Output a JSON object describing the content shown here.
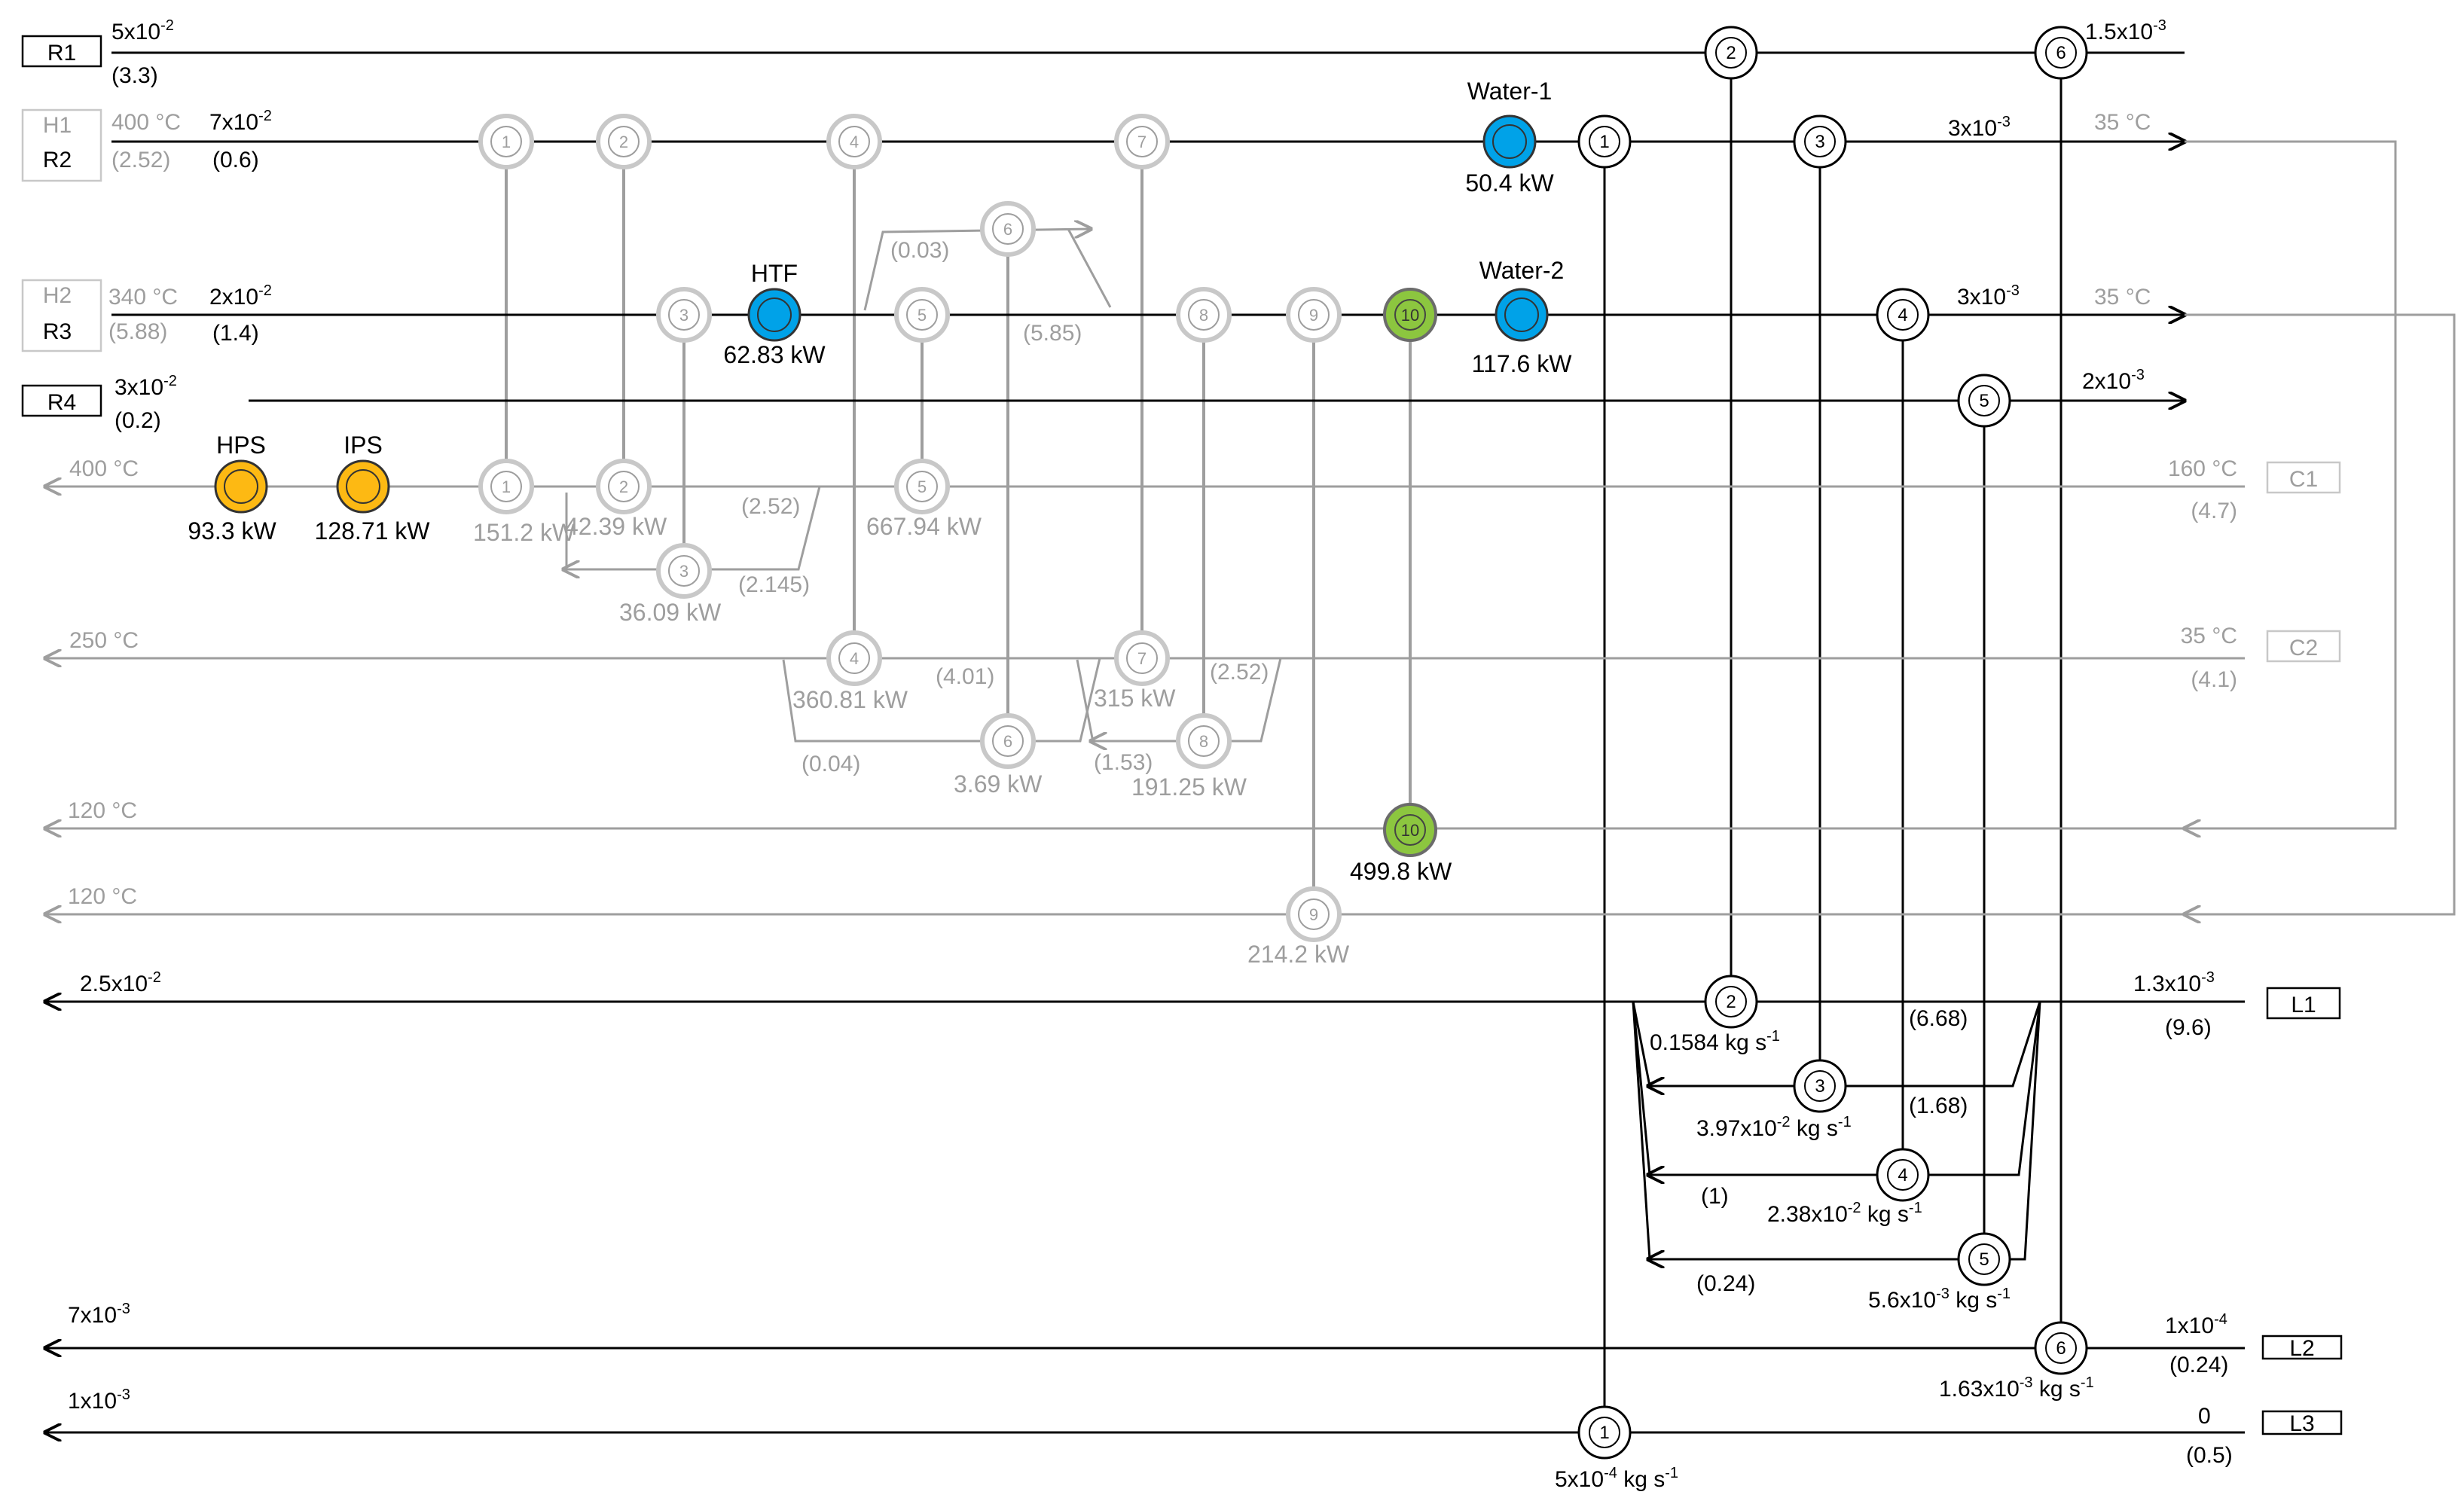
{
  "colors": {
    "black": "#000000",
    "gray": "#9e9e9e",
    "blue": "#00a2e8",
    "green": "#8cc63f",
    "orange": "#fdb913"
  },
  "streams": [
    {
      "id": "r1",
      "kind": "rich",
      "label": "R1",
      "flow": "5x10",
      "flow_exp": "-2",
      "param": "(3.3)",
      "out_flow": "1.5x10",
      "out_exp": "-3"
    },
    {
      "id": "h1r2",
      "kind": "rich",
      "label": "R2",
      "alt": "H1",
      "temp_in": "400 °C",
      "alt_param": "(2.52)",
      "flow": "7x10",
      "flow_exp": "-2",
      "param": "(0.6)",
      "out_flow": "3x10",
      "out_exp": "-3",
      "temp_out": "35 °C"
    },
    {
      "id": "h2r3",
      "kind": "rich",
      "label": "R3",
      "alt": "H2",
      "temp_in": "340 °C",
      "alt_param": "(5.88)",
      "flow": "2x10",
      "flow_exp": "-2",
      "param": "(1.4)",
      "out_flow": "3x10",
      "out_exp": "-3",
      "temp_out": "35 °C"
    },
    {
      "id": "r4",
      "kind": "rich",
      "label": "R4",
      "flow": "3x10",
      "flow_exp": "-2",
      "param": "(0.2)",
      "out_flow": "2x10",
      "out_exp": "-3"
    },
    {
      "id": "c1",
      "kind": "cold",
      "label": "C1",
      "temp_in": "160 °C",
      "param": "(4.7)",
      "temp_out": "400 °C"
    },
    {
      "id": "c2",
      "kind": "cold",
      "label": "C2",
      "temp_in": "35 °C",
      "param": "(4.1)",
      "temp_out": "250 °C"
    },
    {
      "id": "h1out",
      "kind": "cold",
      "temp_out": "120 °C"
    },
    {
      "id": "h2out",
      "kind": "cold",
      "temp_out": "120 °C"
    },
    {
      "id": "l1",
      "kind": "lean",
      "label": "L1",
      "in_flow": "1.3x10",
      "in_exp": "-3",
      "param": "(9.6)",
      "out_flow": "2.5x10",
      "out_exp": "-2"
    },
    {
      "id": "l2",
      "kind": "lean",
      "label": "L2",
      "in_flow": "1x10",
      "in_exp": "-4",
      "param": "(0.24)",
      "out_flow": "7x10",
      "out_exp": "-3"
    },
    {
      "id": "l3",
      "kind": "lean",
      "label": "L3",
      "in_flow": "0",
      "param": "(0.5)",
      "out_flow": "1x10",
      "out_exp": "-3"
    }
  ],
  "heat_exchangers": [
    {
      "id": "hx1",
      "number": "1",
      "duty": "151.2 kW"
    },
    {
      "id": "hx2",
      "number": "2",
      "duty": "42.39 kW"
    },
    {
      "id": "hx3",
      "number": "3",
      "duty": "36.09 kW"
    },
    {
      "id": "hx4",
      "number": "4",
      "duty": "360.81 kW"
    },
    {
      "id": "hx5",
      "number": "5",
      "duty": "667.94 kW"
    },
    {
      "id": "hx6",
      "number": "6",
      "duty": "3.69 kW"
    },
    {
      "id": "hx7",
      "number": "7",
      "duty": "315 kW"
    },
    {
      "id": "hx8",
      "number": "8",
      "duty": "191.25 kW"
    },
    {
      "id": "hx9",
      "number": "9",
      "duty": "214.2 kW"
    },
    {
      "id": "hx10",
      "number": "10",
      "duty": "499.8 kW"
    }
  ],
  "mass_exchangers": [
    {
      "id": "me1",
      "number": "1",
      "flow": "5x10",
      "flow_exp": "-4",
      "unit": " kg s",
      "unit_exp": "-1"
    },
    {
      "id": "me2",
      "number": "2",
      "flow": "0.1584",
      "flow_exp": "",
      "unit": " kg s",
      "unit_exp": "-1"
    },
    {
      "id": "me3",
      "number": "3",
      "flow": "3.97x10",
      "flow_exp": "-2",
      "unit": " kg s",
      "unit_exp": "-1"
    },
    {
      "id": "me4",
      "number": "4",
      "flow": "2.38x10",
      "flow_exp": "-2",
      "unit": "  kg s",
      "unit_exp": "-1"
    },
    {
      "id": "me5",
      "number": "5",
      "flow": "5.6x10",
      "flow_exp": "-3",
      "unit": " kg s",
      "unit_exp": "-1"
    },
    {
      "id": "me6",
      "number": "6",
      "flow": "1.63x10",
      "flow_exp": "-3",
      "unit": " kg s",
      "unit_exp": "-1"
    }
  ],
  "utilities": [
    {
      "id": "water1",
      "name": "Water-1",
      "duty": "50.4 kW",
      "color": "#00a2e8"
    },
    {
      "id": "htf",
      "name": "HTF",
      "duty": "62.83 kW",
      "color": "#00a2e8"
    },
    {
      "id": "water2",
      "name": "Water-2",
      "duty": "117.6 kW",
      "color": "#00a2e8"
    },
    {
      "id": "hps",
      "name": "HPS",
      "duty": "93.3 kW",
      "color": "#fdb913"
    },
    {
      "id": "ips",
      "name": "IPS",
      "duty": "128.71 kW",
      "color": "#fdb913"
    },
    {
      "id": "cu10",
      "name": "",
      "number": "10",
      "color": "#8cc63f"
    }
  ],
  "split_fractions": {
    "h2_split_top": "(0.03)",
    "h2_split_main": "(5.85)",
    "c1_split_main": "(2.52)",
    "c1_split_branch": "(2.145)",
    "c2_split_a": "(4.01)",
    "c2_split_b": "(0.04)",
    "c2_split_c": "(2.52)",
    "c2_split_d": "(1.53)",
    "l1_split_a": "(6.68)",
    "l1_split_b": "(1.68)",
    "l1_split_c": "(1)",
    "l1_split_d": "(0.24)"
  }
}
